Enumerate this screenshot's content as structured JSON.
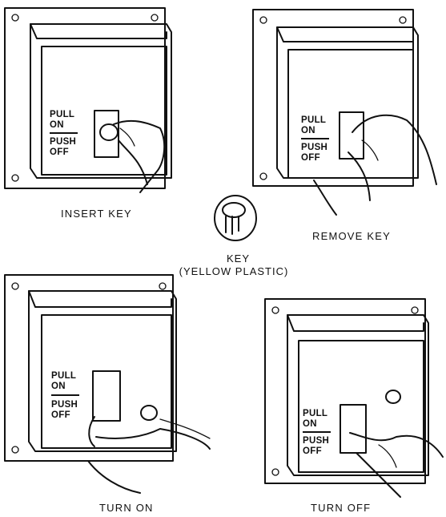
{
  "switch_labels": {
    "pull": "PULL",
    "on": "ON",
    "push": "PUSH",
    "off": "OFF"
  },
  "captions": {
    "insert_key": "INSERT KEY",
    "remove_key": "REMOVE KEY",
    "turn_on": "TURN ON",
    "turn_off": "TURN OFF"
  },
  "key": {
    "label": "KEY",
    "material": "(YELLOW PLASTIC)"
  }
}
